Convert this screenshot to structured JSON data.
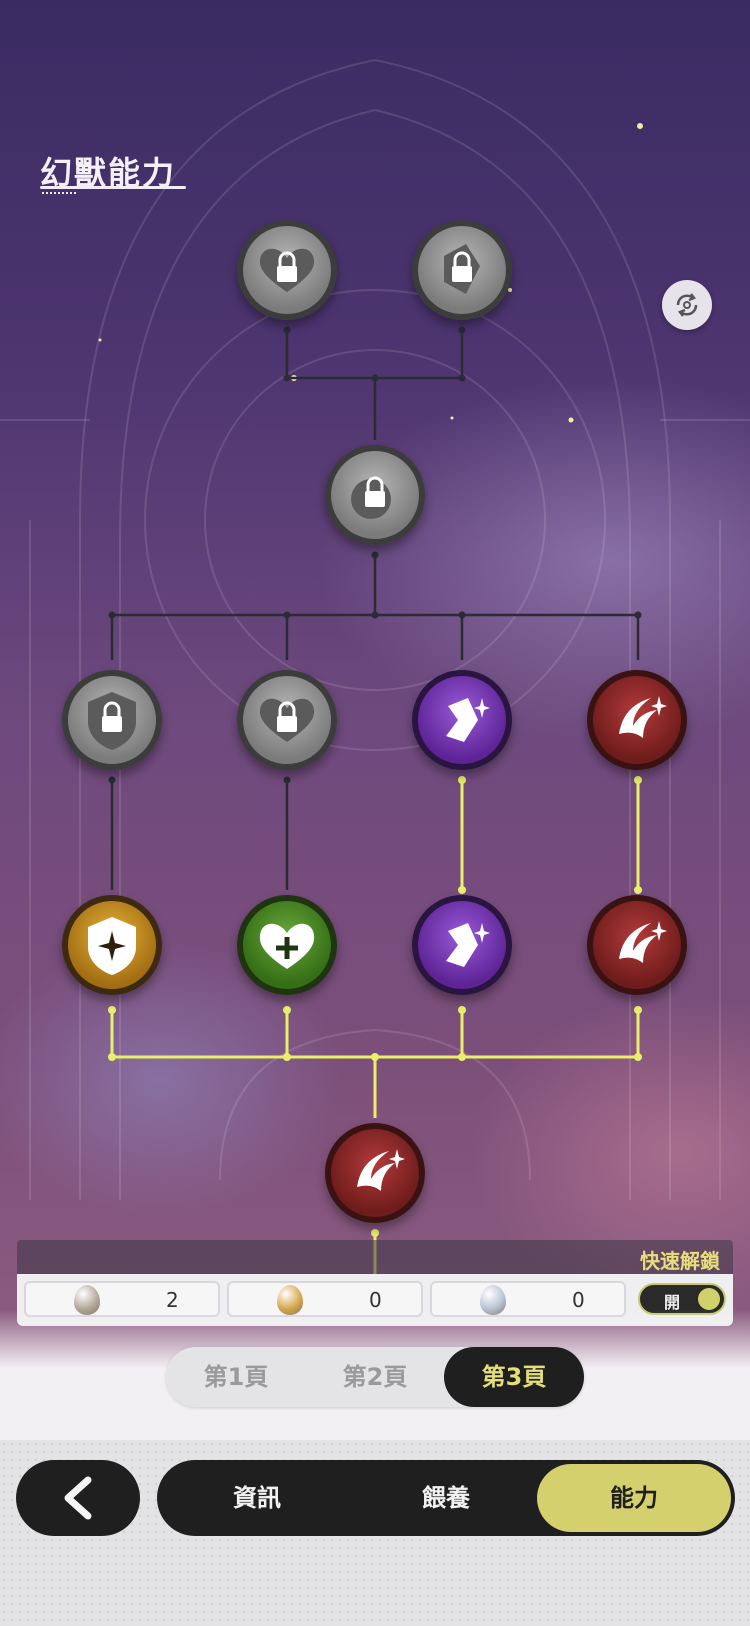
{
  "page": {
    "title": "幻獸能力"
  },
  "tree": {
    "nodes": [
      {
        "id": "n1",
        "state": "locked",
        "icon": "heart-stats-lock-icon"
      },
      {
        "id": "n2",
        "state": "locked",
        "icon": "claw-stats-lock-icon"
      },
      {
        "id": "n3",
        "state": "locked",
        "icon": "special-stats-lock-icon"
      },
      {
        "id": "n4",
        "state": "locked",
        "icon": "shield-stats-lock-icon"
      },
      {
        "id": "n5",
        "state": "locked",
        "icon": "heart-stats-lock-icon"
      },
      {
        "id": "n6",
        "state": "unlocked",
        "color": "#7a3dbb",
        "icon": "claw-stats-icon"
      },
      {
        "id": "n7",
        "state": "unlocked",
        "color": "#8f2626",
        "icon": "slash-stats-icon"
      },
      {
        "id": "n8",
        "state": "unlocked",
        "color": "#c9921f",
        "icon": "shield-sparkle-icon"
      },
      {
        "id": "n9",
        "state": "unlocked",
        "color": "#4f8d27",
        "icon": "heart-plus-icon"
      },
      {
        "id": "n10",
        "state": "unlocked",
        "color": "#7a3dbb",
        "icon": "claw-stats-icon"
      },
      {
        "id": "n11",
        "state": "unlocked",
        "color": "#8f2626",
        "icon": "slash-stats-icon"
      },
      {
        "id": "n12",
        "state": "unlocked",
        "color": "#8f2626",
        "icon": "slash-stats-icon"
      }
    ],
    "colors": {
      "active_line": "#e8f06a",
      "inactive_line": "#2b2b33"
    }
  },
  "quick_unlock": {
    "label": "快速解鎖",
    "resources": [
      {
        "name": "gray-egg-icon",
        "color": "#b4a89a",
        "count": "2"
      },
      {
        "name": "gold-egg-icon",
        "color": "#d7a84e",
        "count": "0"
      },
      {
        "name": "silver-egg-icon",
        "color": "#b9c3d4",
        "count": "0"
      }
    ],
    "toggle_label": "開"
  },
  "pager": {
    "tabs": [
      {
        "label": "第1頁"
      },
      {
        "label": "第2頁"
      },
      {
        "label": "第3頁"
      }
    ],
    "active": 2
  },
  "bottom_nav": {
    "tabs": [
      {
        "label": "資訊"
      },
      {
        "label": "餵養"
      },
      {
        "label": "能力"
      }
    ],
    "active": 2
  }
}
